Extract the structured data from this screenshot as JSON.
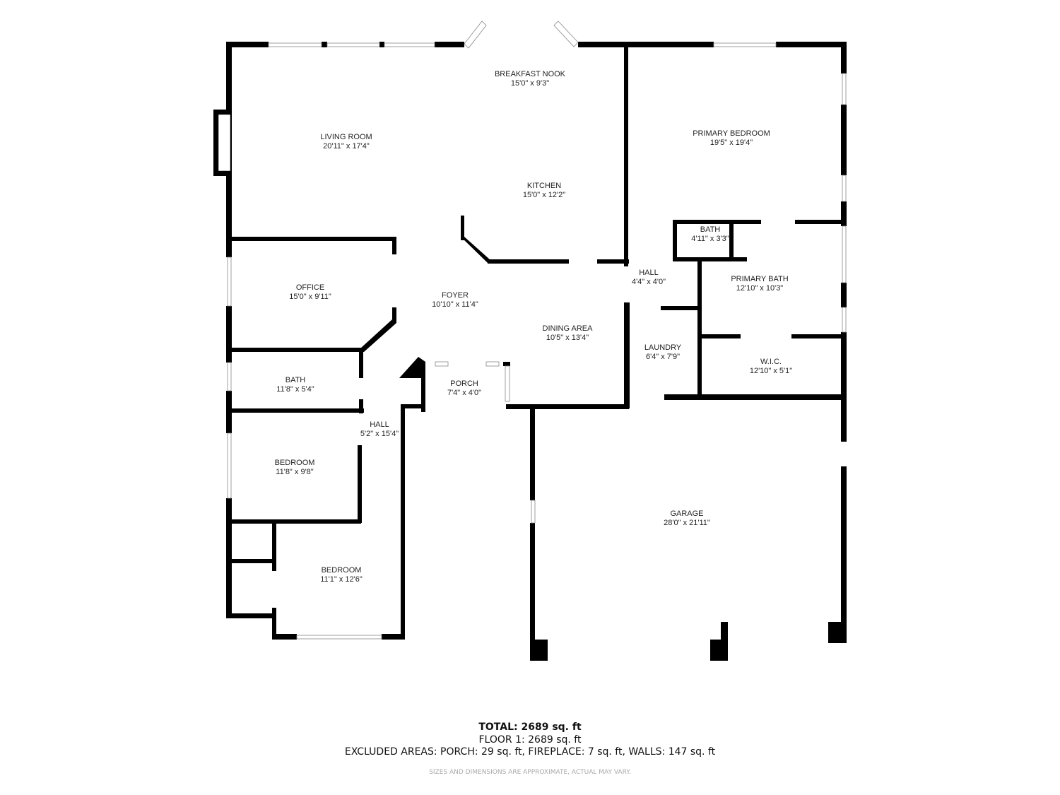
{
  "rooms": [
    {
      "id": "living-room",
      "name": "LIVING ROOM",
      "dims": "20'11\" x 17'4\""
    },
    {
      "id": "breakfast-nook",
      "name": "BREAKFAST NOOK",
      "dims": "15'0\" x 9'3\""
    },
    {
      "id": "kitchen",
      "name": "KITCHEN",
      "dims": "15'0\" x 12'2\""
    },
    {
      "id": "primary-bedroom",
      "name": "PRIMARY BEDROOM",
      "dims": "19'5\" x 19'4\""
    },
    {
      "id": "bath-small",
      "name": "BATH",
      "dims": "4'11\" x 3'3\""
    },
    {
      "id": "hall-east",
      "name": "HALL",
      "dims": "4'4\" x 4'0\""
    },
    {
      "id": "primary-bath",
      "name": "PRIMARY BATH",
      "dims": "12'10\" x 10'3\""
    },
    {
      "id": "office",
      "name": "OFFICE",
      "dims": "15'0\" x 9'11\""
    },
    {
      "id": "foyer",
      "name": "FOYER",
      "dims": "10'10\" x 11'4\""
    },
    {
      "id": "dining-area",
      "name": "DINING AREA",
      "dims": "10'5\" x 13'4\""
    },
    {
      "id": "laundry",
      "name": "LAUNDRY",
      "dims": "6'4\" x 7'9\""
    },
    {
      "id": "wic",
      "name": "W.I.C.",
      "dims": "12'10\" x 5'1\""
    },
    {
      "id": "bath",
      "name": "BATH",
      "dims": "11'8\" x 5'4\""
    },
    {
      "id": "porch",
      "name": "PORCH",
      "dims": "7'4\" x 4'0\""
    },
    {
      "id": "hall-west",
      "name": "HALL",
      "dims": "5'2\" x 15'4\""
    },
    {
      "id": "bedroom-1",
      "name": "BEDROOM",
      "dims": "11'8\" x 9'8\""
    },
    {
      "id": "bedroom-2",
      "name": "BEDROOM",
      "dims": "11'1\" x 12'6\""
    },
    {
      "id": "garage",
      "name": "GARAGE",
      "dims": "28'0\" x 21'11\""
    }
  ],
  "summary": {
    "total": "TOTAL: 2689 sq. ft",
    "floor": "FLOOR 1: 2689 sq. ft",
    "excluded": "EXCLUDED AREAS: PORCH: 29 sq. ft, FIREPLACE: 7 sq. ft, WALLS: 147 sq. ft",
    "disclaimer": "SIZES AND DIMENSIONS ARE APPROXIMATE, ACTUAL MAY VARY."
  }
}
